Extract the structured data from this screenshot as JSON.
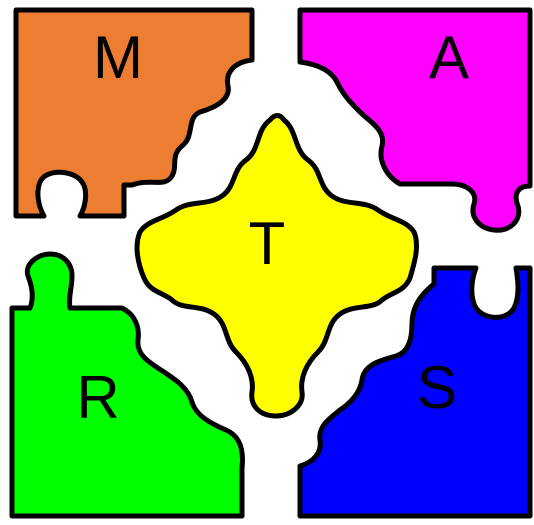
{
  "pieces": {
    "top_left": {
      "letter": "M",
      "color": "#ED7D31"
    },
    "top_right": {
      "letter": "A",
      "color": "#FF00FF"
    },
    "center": {
      "letter": "T",
      "color": "#FFFF00"
    },
    "bottom_left": {
      "letter": "R",
      "color": "#00FF00"
    },
    "bottom_right": {
      "letter": "S",
      "color": "#0000FF"
    }
  }
}
